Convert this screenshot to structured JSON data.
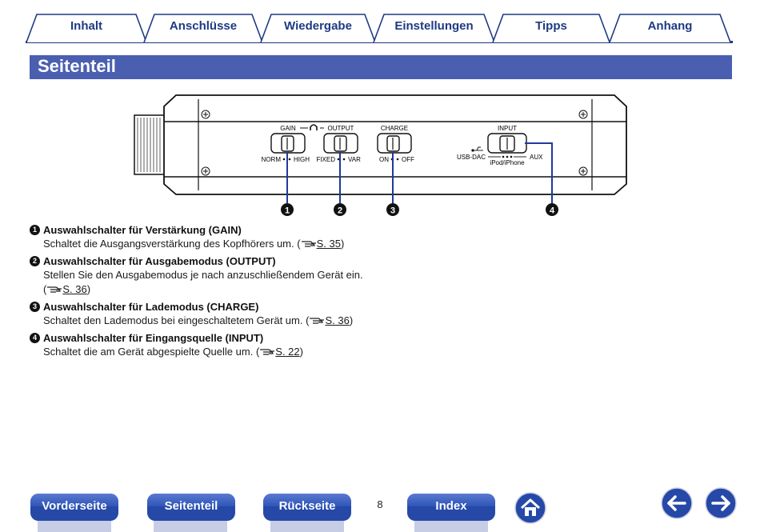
{
  "tabs": [
    {
      "label": "Inhalt"
    },
    {
      "label": "Anschlüsse"
    },
    {
      "label": "Wiedergabe"
    },
    {
      "label": "Einstellungen"
    },
    {
      "label": "Tipps"
    },
    {
      "label": "Anhang"
    }
  ],
  "section": {
    "title": "Seitenteil"
  },
  "device": {
    "gain_label": "GAIN",
    "output_label": "OUTPUT",
    "charge_label": "CHARGE",
    "input_label": "INPUT",
    "gain_positions": [
      "NORM",
      "HIGH"
    ],
    "output_positions": [
      "FIXED",
      "VAR"
    ],
    "charge_positions": [
      "ON",
      "OFF"
    ],
    "input_positions": [
      "USB-DAC",
      "iPod/iPhone",
      "AUX"
    ],
    "callouts": [
      "1",
      "2",
      "3",
      "4"
    ]
  },
  "items": [
    {
      "num": "1",
      "title": "Auswahlschalter für Verstärkung (GAIN)",
      "desc": "Schaltet die Ausgangsverstärkung des Kopfhörers um.",
      "ref": "S. 35"
    },
    {
      "num": "2",
      "title": "Auswahlschalter für Ausgabemodus (OUTPUT)",
      "desc": "Stellen Sie den Ausgabemodus je nach anzuschließendem Gerät ein.",
      "ref": "S. 36"
    },
    {
      "num": "3",
      "title": "Auswahlschalter für Lademodus (CHARGE)",
      "desc": "Schaltet den Lademodus bei eingeschaltetem Gerät um.",
      "ref": "S. 36"
    },
    {
      "num": "4",
      "title": "Auswahlschalter für Eingangsquelle (INPUT)",
      "desc": "Schaltet die am Gerät abgespielte Quelle um.",
      "ref": "S. 22"
    }
  ],
  "nav": {
    "vorderseite": "Vorderseite",
    "seitenteil": "Seitenteil",
    "rueckseite": "Rückseite",
    "index": "Index",
    "page_number": "8"
  }
}
